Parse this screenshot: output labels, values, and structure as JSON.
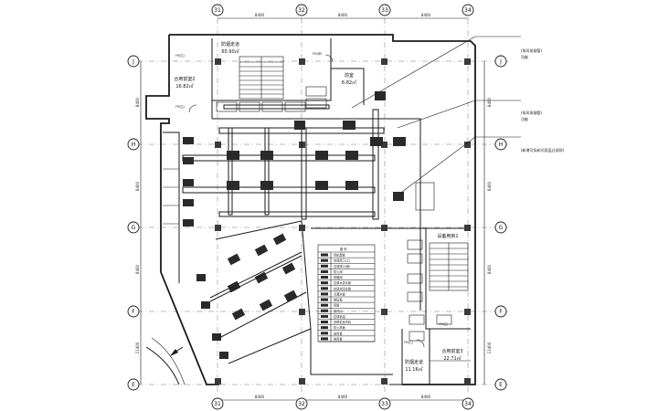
{
  "grid": {
    "columns": [
      "31",
      "32",
      "33",
      "34"
    ],
    "rows": [
      "J",
      "H",
      "G",
      "F",
      "E"
    ],
    "spacing_top": [
      "8400",
      "8400",
      "8400"
    ],
    "spacing_bottom": [
      "8400",
      "8400",
      "8400"
    ],
    "spacing_left": [
      "8400",
      "8400",
      "8400",
      "11400"
    ],
    "spacing_right": [
      "8400",
      "8400",
      "8400",
      "11400"
    ]
  },
  "rooms": {
    "corridor_top": {
      "name": "防烟走道",
      "area": "65.90㎡"
    },
    "fire_room_top": {
      "name": "合用前室2",
      "area": "16.82㎡"
    },
    "shaft_top": {
      "name": "前室",
      "area": "6.82㎡"
    },
    "equip_room": {
      "name": "设备用房1"
    },
    "fire_room_bottom": {
      "name": "合用前室3",
      "area": "22.71㎡"
    },
    "corridor_bottom": {
      "name": "防烟走道",
      "area": "11.16㎡"
    }
  },
  "door_tags": [
    "FM(乙)",
    "FM(乙)",
    "FM(甲)",
    "FM(乙)",
    "FM(乙)"
  ],
  "callouts": [
    {
      "label": "(排风排烟管)",
      "sub": "功能"
    },
    {
      "label": "(排风排烟管)",
      "sub": "功能"
    },
    {
      "label": "(新增可拆卸式双层过滤网)",
      "sub": ""
    }
  ],
  "legend": {
    "title": "图 例",
    "items": [
      "风机盘管",
      "空调风口(上)",
      "空调风口(侧)",
      "防火阀",
      "排烟阀",
      "空调水供水管",
      "空调水回水管",
      "冷凝水管",
      "静压箱",
      "风管",
      "新风口",
      "空调机组",
      "多联机室内机",
      "防火风管",
      "送风管",
      "排风管"
    ]
  },
  "colors": {
    "line": "#1a1a1a",
    "column": "#3a3a3a",
    "grid": "#777777",
    "background": "#ffffff"
  }
}
